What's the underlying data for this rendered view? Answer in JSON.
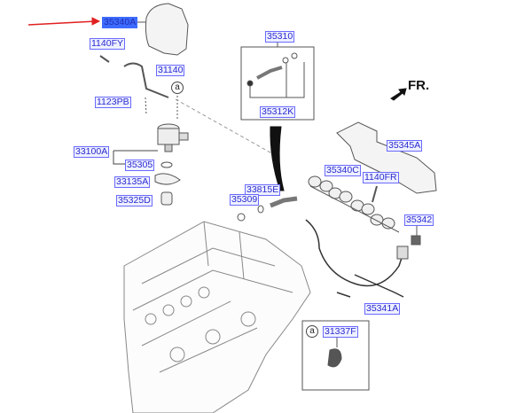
{
  "diagram": {
    "labels": {
      "p35340A": "35340A",
      "p1140FY": "1140FY",
      "p31140": "31140",
      "p1123PB": "1123PB",
      "p33100A": "33100A",
      "p35305": "35305",
      "p33135A": "33135A",
      "p35325D": "35325D",
      "p35310": "35310",
      "p35312K": "35312K",
      "p35345A": "35345A",
      "p35340C": "35340C",
      "p1140FR": "1140FR",
      "p33815E": "33815E",
      "p35309": "35309",
      "p35342": "35342",
      "p35341A": "35341A",
      "p31337F": "31337F"
    },
    "direction": "FR.",
    "ref_marker": "a",
    "colors": {
      "label_text": "#2a2ad0",
      "highlight": "#3d6bff",
      "arrow": "#e02020"
    }
  }
}
